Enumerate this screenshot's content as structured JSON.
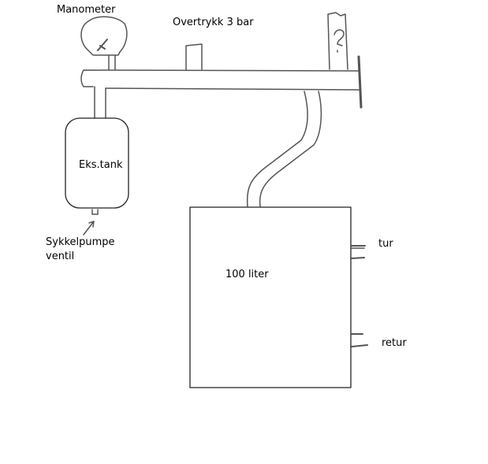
{
  "labels": {
    "manometer": "Manometer",
    "overpressure": "Overtrykk 3 bar",
    "expansion_tank": "Eks.tank",
    "bike_valve_line1": "Sykkelpumpe",
    "bike_valve_line2": "ventil",
    "tank_volume": "100 liter",
    "flow": "tur",
    "return": "retur"
  },
  "colors": {
    "stroke": "#555555",
    "text": "#000000",
    "background": "#ffffff"
  }
}
